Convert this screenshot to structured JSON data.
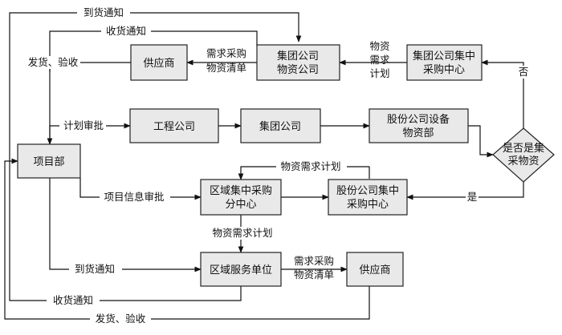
{
  "nodes": {
    "group_material": [
      "集团公司",
      "物资公司"
    ],
    "group_central": [
      "集团公司集中",
      "采购中心"
    ],
    "supplier_top": [
      "供应商"
    ],
    "project_dept": [
      "项目部"
    ],
    "engineering": [
      "工程公司"
    ],
    "group_mid": [
      "集团公司"
    ],
    "corp_equipment": [
      "股份公司设备",
      "物资部"
    ],
    "is_central": [
      "是否是集",
      "采物资"
    ],
    "regional_center": [
      "区域集中采购",
      "分中心"
    ],
    "corp_central": [
      "股份公司集中",
      "采购中心"
    ],
    "regional_service": [
      "区域服务单位"
    ],
    "supplier_bottom": [
      "供应商"
    ]
  },
  "edge_labels": {
    "arrival_top": "到货通知",
    "receive_top": "收货通知",
    "ship_top": "发货、验收",
    "demand_list_top": [
      "需求采购",
      "物资清单"
    ],
    "plan_vertical": [
      "物资",
      "需求",
      "计划"
    ],
    "no": "否",
    "plan_approval": "计划审批",
    "demand_plan_loop": "物资需求计划",
    "project_info": "项目信息审批",
    "yes": "是",
    "demand_plan_down": "物资需求计划",
    "arrival_bottom": "到货通知",
    "demand_list_bottom": [
      "需求采购",
      "物资清单"
    ],
    "receive_bottom": "收货通知",
    "ship_bottom": "发货、验收"
  }
}
